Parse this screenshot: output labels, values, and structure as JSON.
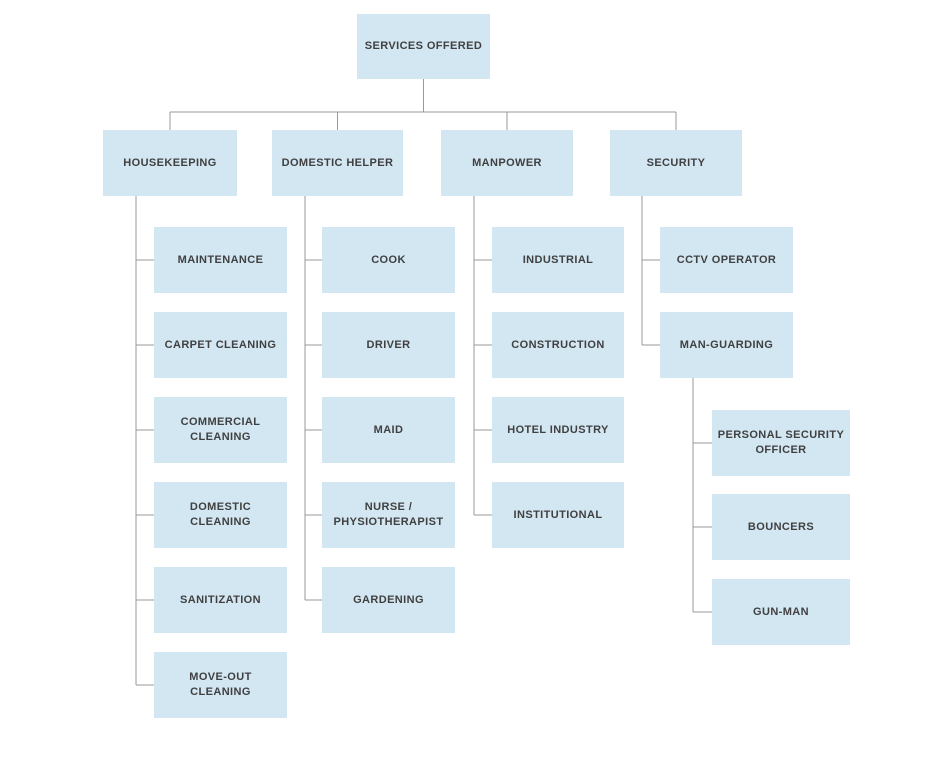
{
  "org_chart": {
    "type": "tree",
    "root": {
      "label": "SERVICES OFFERED"
    },
    "branches": [
      {
        "label": "HOUSEKEEPING",
        "children": [
          {
            "label": "MAINTENANCE"
          },
          {
            "label": "CARPET CLEANING"
          },
          {
            "label": "COMMERCIAL CLEANING"
          },
          {
            "label": "DOMESTIC CLEANING"
          },
          {
            "label": "SANITIZATION"
          },
          {
            "label": "MOVE-OUT CLEANING"
          }
        ]
      },
      {
        "label": "DOMESTIC HELPER",
        "children": [
          {
            "label": "COOK"
          },
          {
            "label": "DRIVER"
          },
          {
            "label": "MAID"
          },
          {
            "label": "NURSE / PHYSIOTHERAPIST"
          },
          {
            "label": "GARDENING"
          }
        ]
      },
      {
        "label": "MANPOWER",
        "children": [
          {
            "label": "INDUSTRIAL"
          },
          {
            "label": "CONSTRUCTION"
          },
          {
            "label": "HOTEL INDUSTRY"
          },
          {
            "label": "INSTITUTIONAL"
          }
        ]
      },
      {
        "label": "SECURITY",
        "children": [
          {
            "label": "CCTV OPERATOR"
          },
          {
            "label": "MAN-GUARDING",
            "children": [
              {
                "label": "PERSONAL SECURITY OFFICER"
              },
              {
                "label": "BOUNCERS"
              },
              {
                "label": "GUN-MAN"
              }
            ]
          }
        ]
      }
    ],
    "colors": {
      "node_fill": "#d3e7f3",
      "node_text": "#404040",
      "connector": "#999999",
      "background": "#ffffff"
    }
  }
}
